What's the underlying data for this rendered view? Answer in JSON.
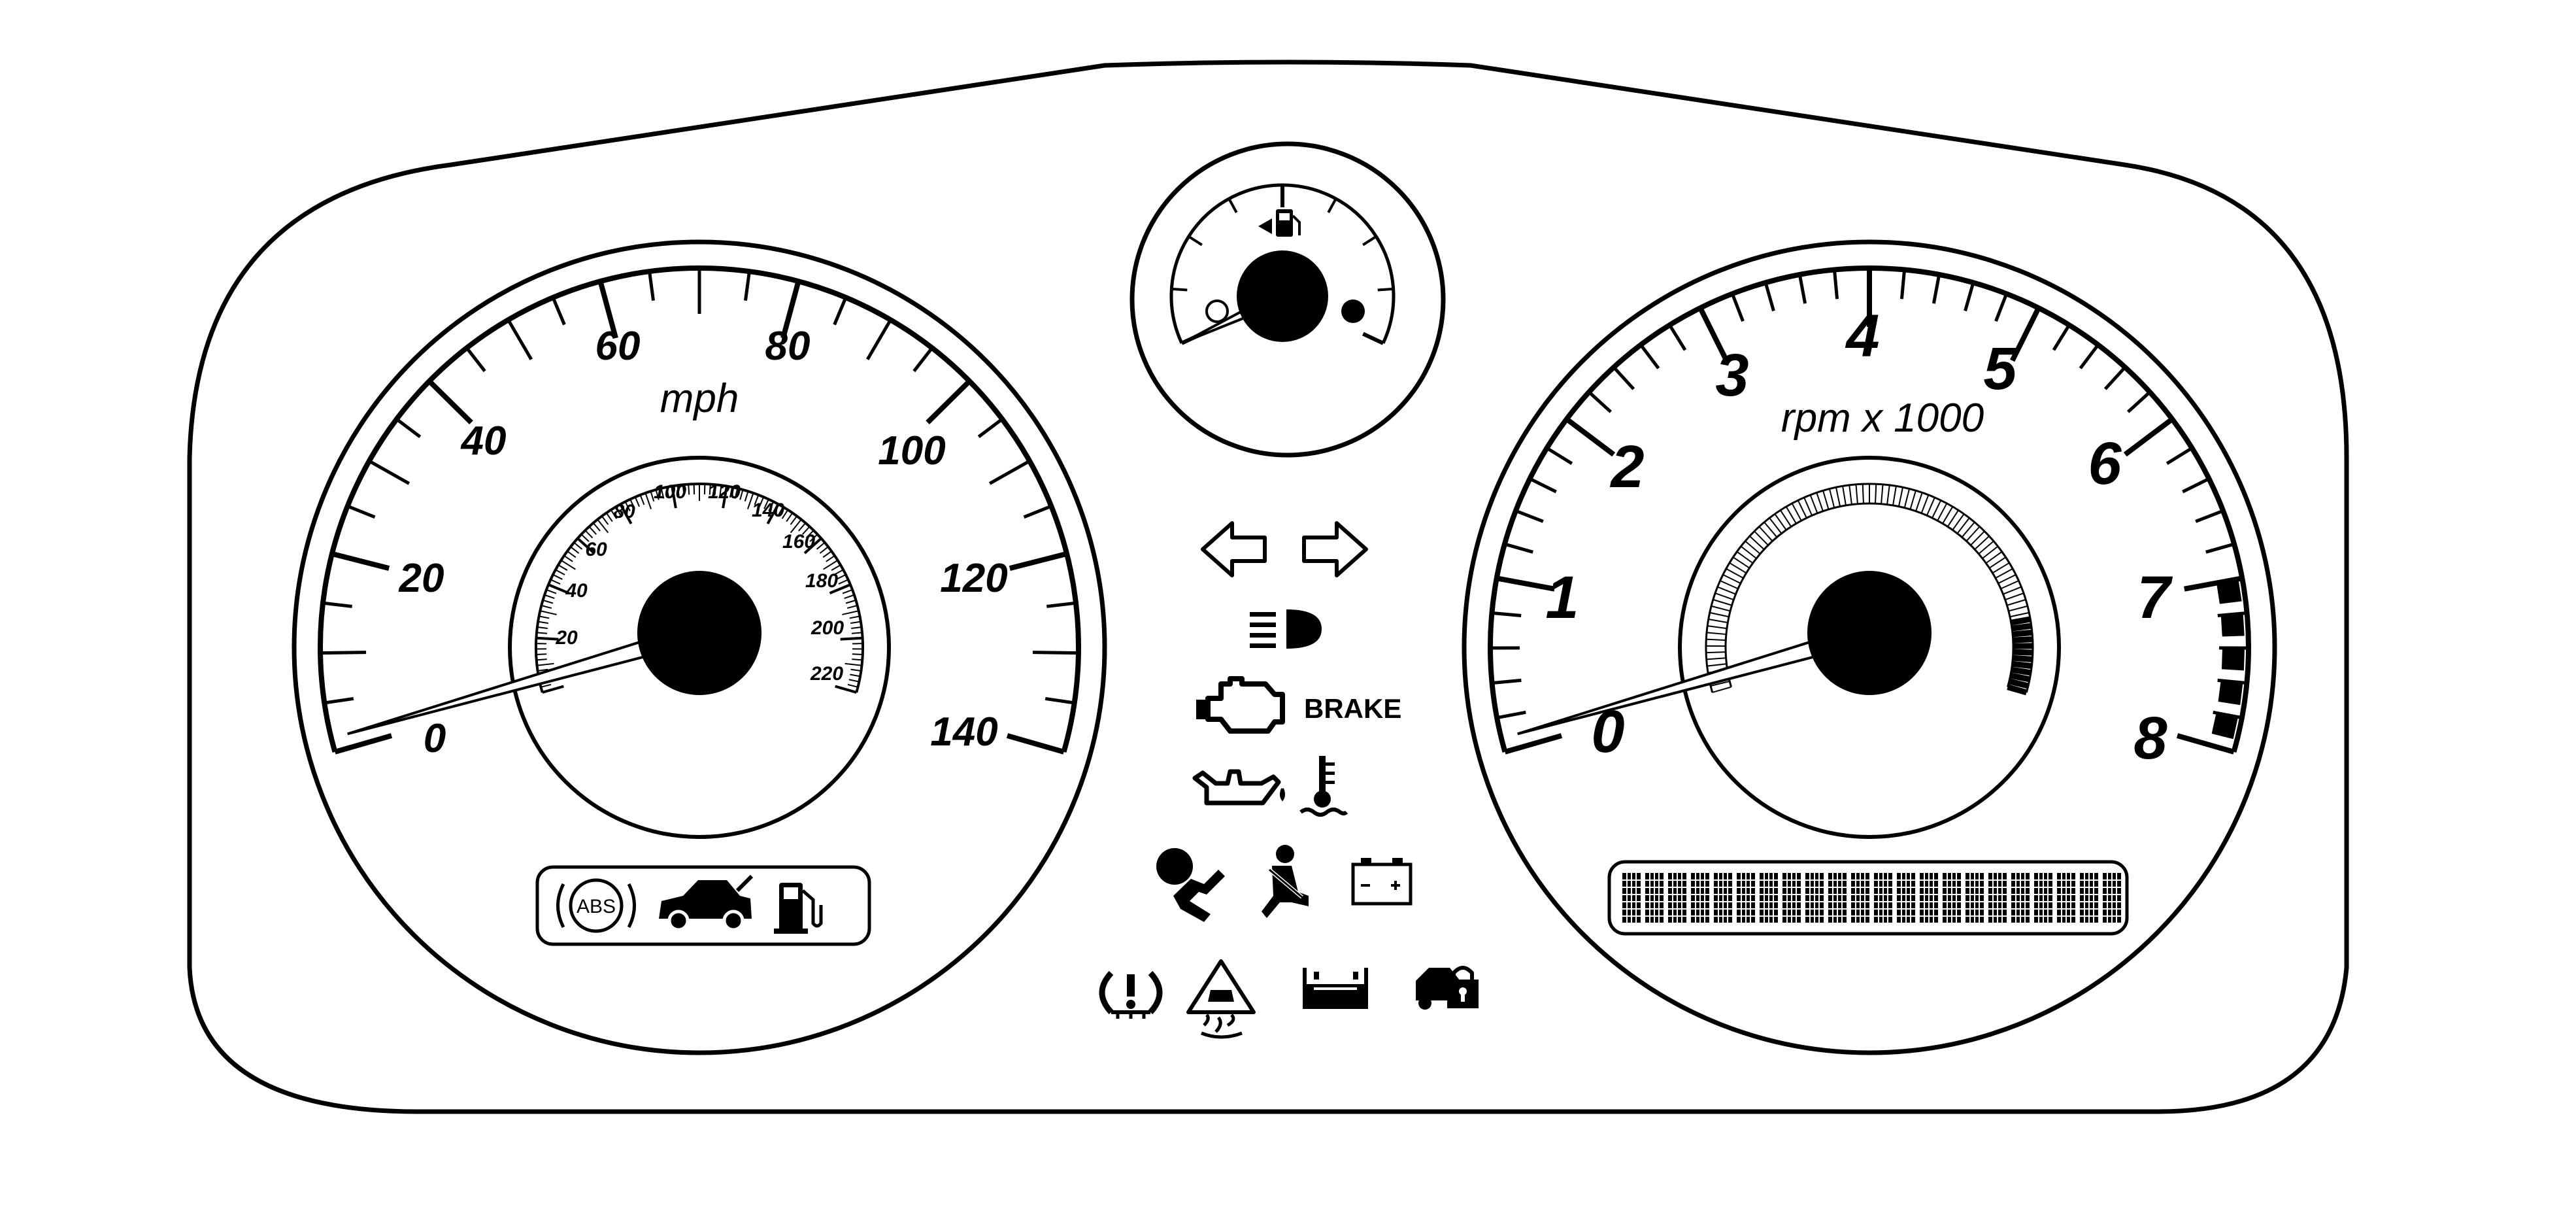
{
  "speedometer": {
    "unit_label": "mph",
    "outer_labels": [
      "20",
      "40",
      "60",
      "80",
      "100",
      "120",
      "140"
    ],
    "zero_label": "0",
    "inner_labels": [
      "20",
      "40",
      "60",
      "80",
      "100",
      "120",
      "140",
      "160",
      "180",
      "200",
      "220"
    ],
    "needle_reading_mph": 0
  },
  "tachometer": {
    "unit_label": "rpm x 1000",
    "labels": [
      "0",
      "1",
      "2",
      "3",
      "4",
      "5",
      "6",
      "7",
      "8"
    ],
    "redline_start_krpm": 7,
    "needle_reading_krpm": 0
  },
  "fuel_gauge": {
    "needle_reading_fraction": 0
  },
  "telltales": {
    "brake_label": "BRAKE",
    "abs_label": "ABS",
    "icons": [
      "left-turn-arrow-icon",
      "right-turn-arrow-icon",
      "high-beam-icon",
      "check-engine-icon",
      "oil-pressure-icon",
      "coolant-temperature-icon",
      "airbag-icon",
      "seatbelt-icon",
      "battery-icon",
      "tire-pressure-icon",
      "traction-control-icon",
      "low-coolant-icon",
      "security-icon",
      "abs-icon",
      "service-vehicle-icon",
      "fuel-pump-icon"
    ]
  },
  "colors": {
    "ink": "#000000",
    "face": "#ffffff"
  }
}
